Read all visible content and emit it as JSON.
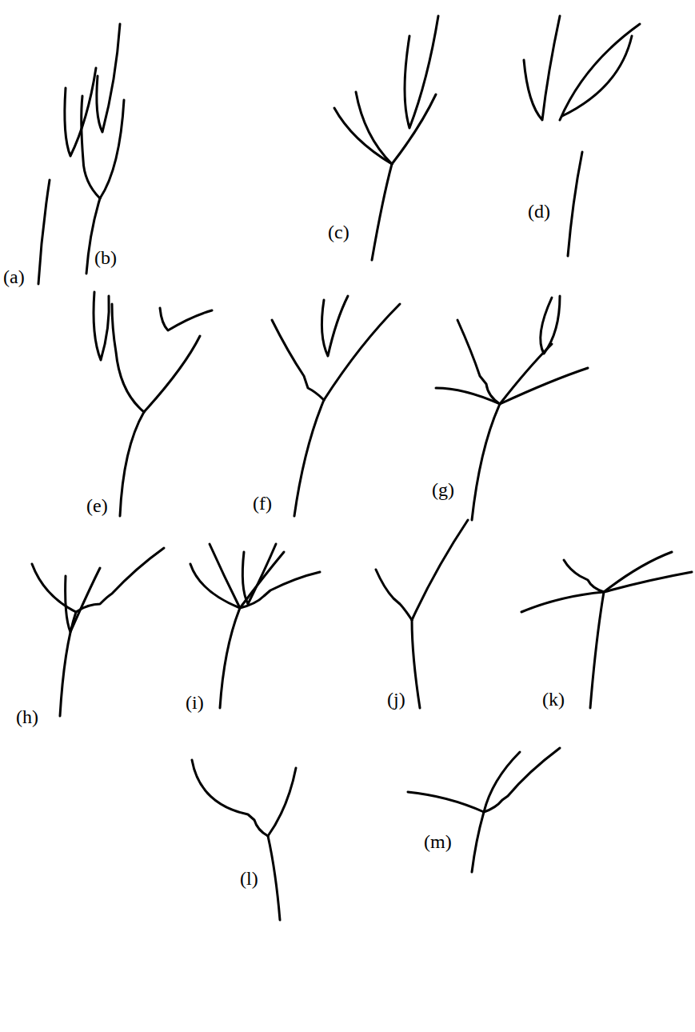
{
  "diagram": {
    "labels": [
      "(a)",
      "(b)",
      "(c)",
      "(d)",
      "(e)",
      "(f)",
      "(g)",
      "(h)",
      "(i)",
      "(j)",
      "(k)",
      "(l)",
      "(m)"
    ]
  }
}
